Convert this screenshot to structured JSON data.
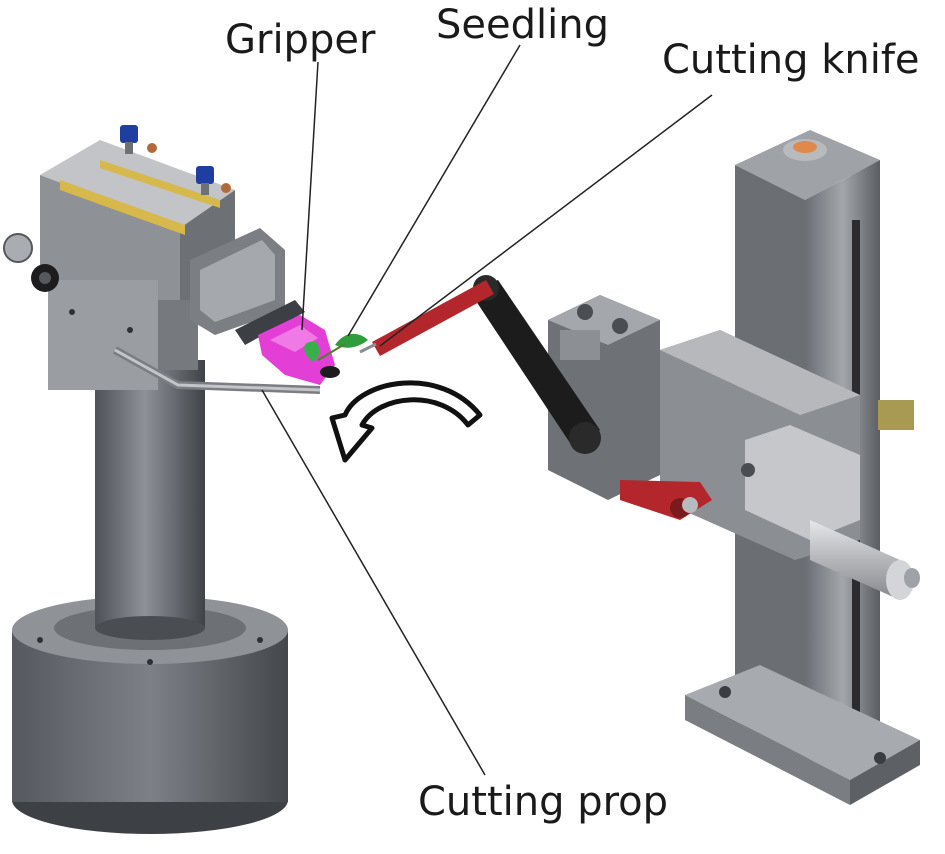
{
  "labels": {
    "gripper": "Gripper",
    "seedling": "Seedling",
    "cutting_knife": "Cutting knife",
    "cutting_prop": "Cutting prop"
  },
  "colors": {
    "body_dark": "#5c5f66",
    "body_mid": "#8a8d93",
    "body_light": "#c9cbcf",
    "gripper": "#e33fd6",
    "knife": "#b3262b",
    "arm_black": "#1c1c1c",
    "fitting_blue": "#1f3fa0",
    "leaf_green": "#2f9d3c",
    "accent_yellow": "#d7b84a",
    "leader_line": "#222222"
  },
  "icons": {
    "rotation_arrow": "curved-rotation-arrow-icon"
  }
}
